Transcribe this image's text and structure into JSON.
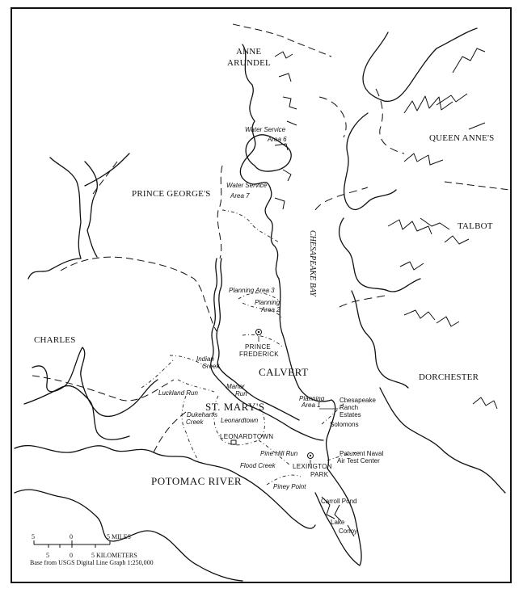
{
  "map": {
    "counties": {
      "anne_arundel_1": "ANNE",
      "anne_arundel_2": "ARUNDEL",
      "prince_georges": "PRINCE GEORGE'S",
      "queen_annes": "QUEEN ANNE'S",
      "talbot": "TALBOT",
      "charles": "CHARLES",
      "calvert": "CALVERT",
      "st_marys": "ST. MARY'S",
      "dorchester": "DORCHESTER"
    },
    "water_bodies": {
      "chesapeake_bay": "CHESAPEAKE BAY",
      "potomac_river": "POTOMAC RIVER"
    },
    "areas": {
      "water_service_6_line1": "Water Service",
      "water_service_6_line2": "Area 6",
      "water_service_7_line1": "Water Service",
      "water_service_7_line2": "Area 7",
      "planning_3": "Planning Area 3",
      "planning_2_line1": "Planning",
      "planning_2_line2": "Area 2",
      "planning_1_line1": "Planning",
      "planning_1_line2": "Area 1",
      "indian_creek_line1": "Indian",
      "indian_creek_line2": "Creek",
      "luckland_run": "Luckland Run",
      "manor_run_line1": "Manor",
      "manor_run_line2": "Run",
      "dukeharts_line1": "Dukehart's",
      "dukeharts_line2": "Creek",
      "leonardtown_area": "Leonardtown",
      "pine_hill_run": "Pine Hill Run",
      "flood_creek": "Flood Creek",
      "piney_point": "Piney Point"
    },
    "towns": {
      "prince_frederick_1": "PRINCE",
      "prince_frederick_2": "FREDERICK",
      "leonardtown": "LEONARDTOWN",
      "lexington_park_1": "LEXINGTON",
      "lexington_park_2": "PARK"
    },
    "places": {
      "chesapeake_ranch_1": "Chesapeake",
      "chesapeake_ranch_2": "Ranch",
      "chesapeake_ranch_3": "Estates",
      "solomons": "Solomons",
      "patuxent_1": "Patuxent Naval",
      "patuxent_2": "Air Test Center",
      "carroll_pond": "Carroll Pond",
      "lake_conoy_1": "Lake",
      "lake_conoy_2": "Conoy"
    },
    "scale": {
      "miles_left": "5",
      "miles_zero": "0",
      "miles_right": "5 MILES",
      "km_left": "5",
      "km_zero": "0",
      "km_right": "5 KILOMETERS",
      "source": "Base from USGS Digital Line Graph 1:250,000"
    }
  }
}
